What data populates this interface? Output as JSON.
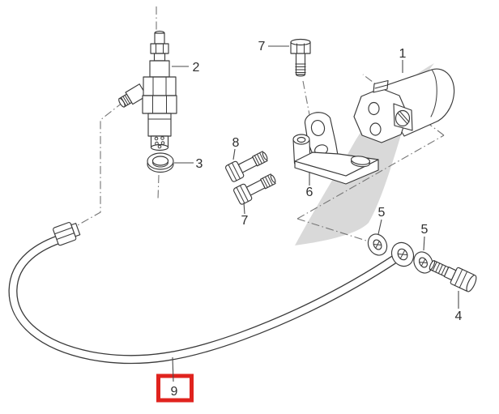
{
  "colors": {
    "background": "#ffffff",
    "outline": "#3a3a3a",
    "centerline": "#757575",
    "shade": "#d9d9d9",
    "highlight": "#e0231e",
    "label": "#2e2e2e"
  },
  "callouts": {
    "cylinder": "1",
    "valve": "2",
    "seal_ring": "3",
    "banjo_bolt": "4",
    "washer_front": "5",
    "washer_rear": "5",
    "bracket": "6",
    "bolt_top": "7",
    "bolt_lower": "7",
    "bolt_upper": "8",
    "hose": "9"
  },
  "highlight": {
    "part": "9"
  }
}
